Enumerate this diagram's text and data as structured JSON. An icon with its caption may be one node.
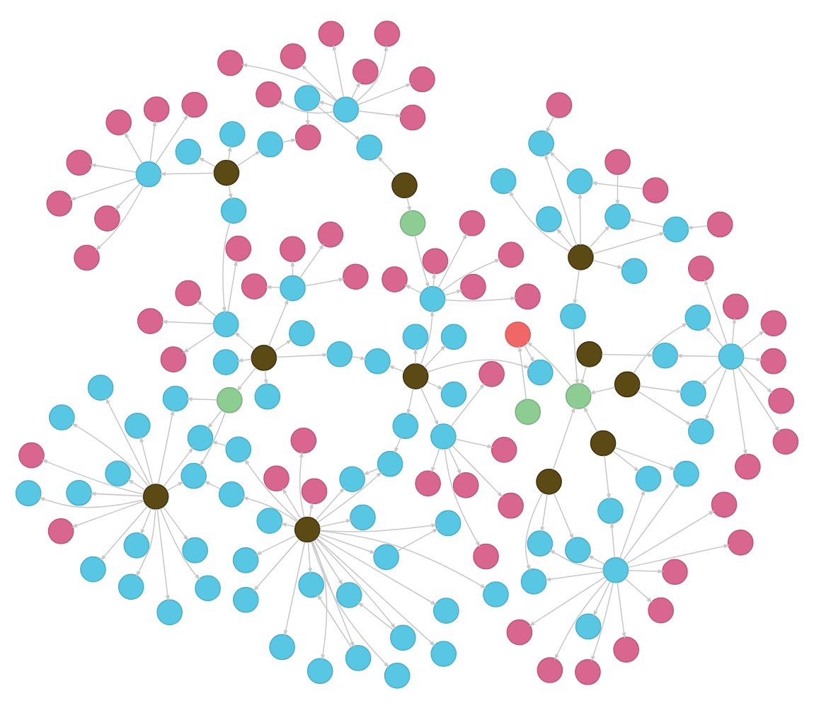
{
  "diagram": {
    "nodes": [
      {
        "text": [],
        "shape": "circle"
      },
      {
        "text": [],
        "shape": "circle"
      },
      {
        "text": [],
        "shape": "circle"
      },
      {
        "text": [],
        "shape": "circle"
      },
      {
        "text": [],
        "shape": "circle"
      },
      {
        "text": [],
        "shape": "circle"
      },
      {
        "text": [],
        "shape": "circle"
      },
      {
        "text": [],
        "shape": "circle"
      },
      {
        "text": [],
        "shape": "circle"
      },
      {
        "text": [],
        "shape": "circle"
      },
      {
        "text": [],
        "shape": "circle"
      },
      {
        "text": [],
        "shape": "circle"
      },
      {
        "text": [],
        "shape": "circle"
      },
      {
        "text": [],
        "shape": "circle"
      },
      {
        "text": [],
        "shape": "circle"
      },
      {
        "text": [],
        "shape": "circle"
      },
      {
        "text": [],
        "shape": "circle"
      },
      {
        "text": [],
        "shape": "circle"
      },
      {
        "text": [],
        "shape": "circle"
      },
      {
        "text": [],
        "shape": "circle"
      },
      {
        "text": [],
        "shape": "circle"
      },
      {
        "text": [],
        "shape": "circle"
      },
      {
        "text": [],
        "shape": "circle"
      },
      {
        "text": [],
        "shape": "circle"
      },
      {
        "text": [],
        "shape": "circle"
      },
      {
        "text": [],
        "shape": "circle"
      },
      {
        "text": [],
        "shape": "circle"
      },
      {
        "text": [],
        "shape": "circle"
      },
      {
        "text": [],
        "shape": "circle"
      },
      {
        "text": [],
        "shape": "circle"
      },
      {
        "text": [],
        "shape": "circle"
      },
      {
        "text": [],
        "shape": "circle"
      },
      {
        "text": [],
        "shape": "circle"
      },
      {
        "text": [],
        "shape": "circle"
      },
      {
        "text": [],
        "shape": "circle"
      },
      {
        "text": [],
        "shape": "circle"
      },
      {
        "text": [],
        "shape": "circle"
      },
      {
        "text": [],
        "shape": "circle"
      },
      {
        "text": [],
        "shape": "circle"
      },
      {
        "text": [],
        "shape": "circle"
      },
      {
        "text": [],
        "shape": "circle"
      },
      {
        "text": [],
        "shape": "circle"
      },
      {
        "text": [],
        "shape": "circle"
      },
      {
        "text": [],
        "shape": "circle"
      },
      {
        "text": [],
        "shape": "circle"
      },
      {
        "text": [],
        "shape": "circle"
      },
      {
        "text": [],
        "shape": "circle"
      },
      {
        "text": [],
        "shape": "circle"
      },
      {
        "text": [],
        "shape": "circle"
      },
      {
        "text": [],
        "shape": "circle"
      },
      {
        "text": [],
        "shape": "circle"
      },
      {
        "text": [],
        "shape": "circle"
      },
      {
        "text": [],
        "shape": "circle"
      },
      {
        "text": [],
        "shape": "circle"
      },
      {
        "text": [],
        "shape": "circle"
      },
      {
        "text": [],
        "shape": "circle"
      },
      {
        "text": [],
        "shape": "circle"
      },
      {
        "text": [],
        "shape": "circle"
      },
      {
        "text": [],
        "shape": "circle"
      },
      {
        "text": [],
        "shape": "circle"
      },
      {
        "text": [],
        "shape": "circle"
      },
      {
        "text": [],
        "shape": "circle"
      },
      {
        "text": [],
        "shape": "circle"
      },
      {
        "text": [],
        "shape": "circle"
      },
      {
        "text": [],
        "shape": "circle"
      },
      {
        "text": [],
        "shape": "circle"
      },
      {
        "text": [],
        "shape": "circle"
      },
      {
        "text": [],
        "shape": "circle"
      },
      {
        "text": [],
        "shape": "circle"
      },
      {
        "text": [],
        "shape": "circle"
      },
      {
        "text": [],
        "shape": "circle"
      },
      {
        "text": [],
        "shape": "circle"
      },
      {
        "text": [],
        "shape": "circle"
      },
      {
        "text": [],
        "shape": "circle"
      },
      {
        "text": [],
        "shape": "circle"
      },
      {
        "text": [],
        "shape": "circle"
      },
      {
        "text": [],
        "shape": "circle"
      },
      {
        "text": [],
        "shape": "circle"
      },
      {
        "text": [],
        "shape": "circle"
      },
      {
        "text": [],
        "shape": "circle"
      },
      {
        "text": [],
        "shape": "circle"
      },
      {
        "text": [],
        "shape": "circle"
      },
      {
        "text": [],
        "shape": "circle"
      },
      {
        "text": [],
        "shape": "circle"
      },
      {
        "text": [],
        "shape": "circle"
      },
      {
        "text": [],
        "shape": "circle"
      },
      {
        "text": [],
        "shape": "circle"
      },
      {
        "text": [],
        "shape": "circle"
      },
      {
        "text": [],
        "shape": "circle"
      },
      {
        "text": [],
        "shape": "circle"
      },
      {
        "text": [],
        "shape": "circle"
      },
      {
        "text": [],
        "shape": "circle"
      },
      {
        "text": [],
        "shape": "circle"
      },
      {
        "text": [],
        "shape": "circle"
      },
      {
        "text": [],
        "shape": "circle"
      },
      {
        "text": [],
        "shape": "circle"
      },
      {
        "text": [],
        "shape": "circle"
      },
      {
        "text": [],
        "shape": "circle"
      },
      {
        "text": [],
        "shape": "circle"
      },
      {
        "text": [],
        "shape": "circle"
      },
      {
        "text": [],
        "shape": "circle"
      },
      {
        "text": [],
        "shape": "circle"
      },
      {
        "text": [],
        "shape": "circle"
      },
      {
        "text": [],
        "shape": "circle"
      },
      {
        "text": [],
        "shape": "circle"
      },
      {
        "text": [],
        "shape": "circle"
      },
      {
        "text": [],
        "shape": "circle"
      },
      {
        "text": [],
        "shape": "circle"
      },
      {
        "text": [],
        "shape": "circle"
      },
      {
        "text": [],
        "shape": "circle"
      },
      {
        "text": [],
        "shape": "circle"
      },
      {
        "text": [],
        "shape": "circle"
      },
      {
        "text": [],
        "shape": "circle"
      },
      {
        "text": [],
        "shape": "circle"
      },
      {
        "text": [],
        "shape": "circle"
      },
      {
        "text": [],
        "shape": "circle"
      },
      {
        "text": [],
        "shape": "circle"
      },
      {
        "text": [],
        "shape": "circle"
      },
      {
        "text": [],
        "shape": "circle"
      },
      {
        "text": [],
        "shape": "circle"
      },
      {
        "text": [],
        "shape": "circle"
      },
      {
        "text": [],
        "shape": "circle"
      },
      {
        "text": [],
        "shape": "circle"
      },
      {
        "text": [],
        "shape": "circle"
      },
      {
        "text": [],
        "shape": "circle"
      },
      {
        "text": [],
        "shape": "circle"
      },
      {
        "text": [],
        "shape": "circle"
      },
      {
        "text": [],
        "shape": "circle"
      },
      {
        "text": [],
        "shape": "circle"
      },
      {
        "text": [],
        "shape": "circle"
      },
      {
        "text": [],
        "shape": "circle"
      },
      {
        "text": [],
        "shape": "circle"
      },
      {
        "text": [],
        "shape": "circle"
      },
      {
        "text": [],
        "shape": "circle"
      },
      {
        "text": [],
        "shape": "circle"
      },
      {
        "text": [],
        "shape": "circle"
      },
      {
        "text": [],
        "shape": "circle"
      },
      {
        "text": [],
        "shape": "circle"
      },
      {
        "text": [],
        "shape": "circle"
      },
      {
        "text": [],
        "shape": "circle"
      },
      {
        "text": [],
        "shape": "circle"
      },
      {
        "text": [],
        "shape": "circle"
      },
      {
        "text": [],
        "shape": "circle"
      },
      {
        "text": [],
        "shape": "circle"
      },
      {
        "text": [],
        "shape": "circle"
      },
      {
        "text": [],
        "shape": "circle"
      },
      {
        "text": [],
        "shape": "circle"
      },
      {
        "text": [],
        "shape": "circle"
      },
      {
        "text": [],
        "shape": "circle"
      },
      {
        "text": [],
        "shape": "circle"
      },
      {
        "text": [],
        "shape": "circle"
      },
      {
        "text": [],
        "shape": "circle"
      },
      {
        "text": [],
        "shape": "circle"
      },
      {
        "text": [],
        "shape": "circle"
      }
    ],
    "edges": [
      {
        "from": 5,
        "to": 6,
        "arrow": "to"
      },
      {
        "from": 5,
        "to": 7,
        "arrow": "to"
      },
      {
        "from": 5,
        "to": 8,
        "arrow": "to"
      },
      {
        "from": 5,
        "to": 9,
        "arrow": "to"
      },
      {
        "from": 5,
        "to": 10,
        "arrow": "to"
      },
      {
        "from": 5,
        "to": 11,
        "arrow": "to"
      },
      {
        "from": 5,
        "to": 12,
        "arrow": "to"
      },
      {
        "from": 5,
        "to": 13,
        "arrow": "to"
      },
      {
        "from": 5,
        "to": 14,
        "arrow": "to"
      },
      {
        "from": 5,
        "to": 15,
        "arrow": "to"
      },
      {
        "from": 5,
        "to": 16,
        "arrow": "to"
      },
      {
        "from": 5,
        "to": 17,
        "arrow": "to"
      },
      {
        "from": 5,
        "to": 18,
        "arrow": "to"
      },
      {
        "from": 5,
        "to": 19,
        "arrow": "to"
      },
      {
        "from": 5,
        "to": 20,
        "arrow": "to"
      },
      {
        "from": 21,
        "to": 14,
        "arrow": "to"
      },
      {
        "from": 21,
        "to": 15,
        "arrow": "to"
      },
      {
        "from": 21,
        "to": 16,
        "arrow": "to"
      },
      {
        "from": 22,
        "to": 17,
        "arrow": "to"
      },
      {
        "from": 22,
        "to": 18,
        "arrow": "to"
      },
      {
        "from": 22,
        "to": 19,
        "arrow": "to"
      },
      {
        "from": 21,
        "to": 0,
        "arrow": "to"
      },
      {
        "from": 22,
        "to": 0,
        "arrow": "to"
      },
      {
        "from": 23,
        "to": 24,
        "arrow": "to"
      },
      {
        "from": 23,
        "to": 25,
        "arrow": "to"
      },
      {
        "from": 23,
        "to": 26,
        "arrow": "to"
      },
      {
        "from": 23,
        "to": 27,
        "arrow": "to"
      },
      {
        "from": 23,
        "to": 28,
        "arrow": "to"
      },
      {
        "from": 23,
        "to": 29,
        "arrow": "to"
      },
      {
        "from": 23,
        "to": 30,
        "arrow": "to"
      },
      {
        "from": 23,
        "to": 31,
        "arrow": "to"
      },
      {
        "from": 23,
        "to": 32,
        "arrow": "to"
      },
      {
        "from": 23,
        "to": 33,
        "arrow": "to"
      },
      {
        "from": 23,
        "to": 34,
        "arrow": "to"
      },
      {
        "from": 35,
        "to": 31,
        "arrow": "to"
      },
      {
        "from": 35,
        "to": 32,
        "arrow": "to"
      },
      {
        "from": 35,
        "to": 33,
        "arrow": "to"
      },
      {
        "from": 36,
        "to": 34,
        "arrow": "to"
      },
      {
        "from": 35,
        "to": 0,
        "arrow": "to"
      },
      {
        "from": 36,
        "to": 0,
        "arrow": "to"
      },
      {
        "from": 37,
        "to": 38,
        "arrow": "to"
      },
      {
        "from": 37,
        "to": 39,
        "arrow": "to"
      },
      {
        "from": 37,
        "to": 40,
        "arrow": "to"
      },
      {
        "from": 37,
        "to": 41,
        "arrow": "to"
      },
      {
        "from": 37,
        "to": 42,
        "arrow": "to"
      },
      {
        "from": 37,
        "to": 43,
        "arrow": "to"
      },
      {
        "from": 37,
        "to": 44,
        "arrow": "to"
      },
      {
        "from": 37,
        "to": 45,
        "arrow": "to"
      },
      {
        "from": 37,
        "to": 46,
        "arrow": "to"
      },
      {
        "from": 46,
        "to": 47,
        "arrow": "to"
      },
      {
        "from": 48,
        "to": 47,
        "arrow": "to"
      },
      {
        "from": 48,
        "to": 4,
        "arrow": "to"
      },
      {
        "from": 46,
        "to": 49,
        "arrow": "to"
      },
      {
        "from": 50,
        "to": 51,
        "arrow": "to"
      },
      {
        "from": 50,
        "to": 52,
        "arrow": "to"
      },
      {
        "from": 50,
        "to": 53,
        "arrow": "to"
      },
      {
        "from": 50,
        "to": 54,
        "arrow": "to"
      },
      {
        "from": 50,
        "to": 55,
        "arrow": "to"
      },
      {
        "from": 50,
        "to": 56,
        "arrow": "to"
      },
      {
        "from": 50,
        "to": 57,
        "arrow": "to"
      },
      {
        "from": 50,
        "to": 58,
        "arrow": "to"
      },
      {
        "from": 59,
        "to": 51,
        "arrow": "to"
      },
      {
        "from": 60,
        "to": 52,
        "arrow": "to"
      },
      {
        "from": 61,
        "to": 53,
        "arrow": "to"
      },
      {
        "from": 62,
        "to": 54,
        "arrow": "to"
      },
      {
        "from": 51,
        "to": 52,
        "arrow": "to"
      },
      {
        "from": 53,
        "to": 54,
        "arrow": "to"
      },
      {
        "from": 2,
        "to": 1,
        "arrow": "to"
      },
      {
        "from": 0,
        "to": 1,
        "arrow": "to"
      },
      {
        "from": 58,
        "to": 0,
        "arrow": "to"
      },
      {
        "from": 63,
        "to": 64,
        "arrow": "to"
      },
      {
        "from": 63,
        "to": 65,
        "arrow": "to"
      },
      {
        "from": 63,
        "to": 66,
        "arrow": "to"
      },
      {
        "from": 63,
        "to": 67,
        "arrow": "to"
      },
      {
        "from": 63,
        "to": 68,
        "arrow": "to"
      },
      {
        "from": 63,
        "to": 69,
        "arrow": "to"
      },
      {
        "from": 63,
        "to": 70,
        "arrow": "to"
      },
      {
        "from": 63,
        "to": 71,
        "arrow": "to"
      },
      {
        "from": 63,
        "to": 72,
        "arrow": "to"
      },
      {
        "from": 63,
        "to": 73,
        "arrow": "to"
      },
      {
        "from": 63,
        "to": 74,
        "arrow": "to"
      },
      {
        "from": 63,
        "to": 75,
        "arrow": "to"
      },
      {
        "from": 63,
        "to": 76,
        "arrow": "to"
      },
      {
        "from": 63,
        "to": 77,
        "arrow": "to"
      },
      {
        "from": 63,
        "to": 78,
        "arrow": "to"
      },
      {
        "from": 63,
        "to": 79,
        "arrow": "to"
      },
      {
        "from": 63,
        "to": 80,
        "arrow": "to"
      },
      {
        "from": 63,
        "to": 81,
        "arrow": "to"
      },
      {
        "from": 63,
        "to": 82,
        "arrow": "to"
      },
      {
        "from": 63,
        "to": 83,
        "arrow": "to"
      },
      {
        "from": 63,
        "to": 84,
        "arrow": "to"
      },
      {
        "from": 63,
        "to": 85,
        "arrow": "to"
      },
      {
        "from": 63,
        "to": 86,
        "arrow": "to"
      },
      {
        "from": 64,
        "to": 65,
        "arrow": "to"
      },
      {
        "from": 66,
        "to": 67,
        "arrow": "to"
      },
      {
        "from": 68,
        "to": 69,
        "arrow": "to"
      },
      {
        "from": 70,
        "to": 71,
        "arrow": "to"
      },
      {
        "from": 87,
        "to": 88,
        "arrow": "to"
      },
      {
        "from": 87,
        "to": 89,
        "arrow": "to"
      },
      {
        "from": 87,
        "to": 90,
        "arrow": "to"
      },
      {
        "from": 87,
        "to": 91,
        "arrow": "to"
      },
      {
        "from": 87,
        "to": 92,
        "arrow": "to"
      },
      {
        "from": 87,
        "to": 93,
        "arrow": "to"
      },
      {
        "from": 87,
        "to": 94,
        "arrow": "to"
      },
      {
        "from": 87,
        "to": 95,
        "arrow": "to"
      },
      {
        "from": 87,
        "to": 96,
        "arrow": "to"
      },
      {
        "from": 87,
        "to": 97,
        "arrow": "to"
      },
      {
        "from": 87,
        "to": 98,
        "arrow": "to"
      },
      {
        "from": 87,
        "to": 99,
        "arrow": "to"
      },
      {
        "from": 87,
        "to": 100,
        "arrow": "to"
      },
      {
        "from": 87,
        "to": 101,
        "arrow": "to"
      },
      {
        "from": 87,
        "to": 102,
        "arrow": "to"
      },
      {
        "from": 87,
        "to": 103,
        "arrow": "to"
      },
      {
        "from": 87,
        "to": 104,
        "arrow": "to"
      },
      {
        "from": 3,
        "to": 88,
        "arrow": "to"
      },
      {
        "from": 3,
        "to": 89,
        "arrow": "to"
      },
      {
        "from": 3,
        "to": 90,
        "arrow": "to"
      },
      {
        "from": 80,
        "to": 88,
        "arrow": "to"
      },
      {
        "from": 81,
        "to": 89,
        "arrow": "to"
      },
      {
        "from": 105,
        "to": 106,
        "arrow": "to"
      },
      {
        "from": 105,
        "to": 107,
        "arrow": "to"
      },
      {
        "from": 105,
        "to": 108,
        "arrow": "to"
      },
      {
        "from": 105,
        "to": 109,
        "arrow": "to"
      },
      {
        "from": 105,
        "to": 110,
        "arrow": "to"
      },
      {
        "from": 105,
        "to": 111,
        "arrow": "to"
      },
      {
        "from": 105,
        "to": 112,
        "arrow": "to"
      },
      {
        "from": 105,
        "to": 113,
        "arrow": "to"
      },
      {
        "from": 106,
        "to": 114,
        "arrow": "to"
      },
      {
        "from": 106,
        "to": 115,
        "arrow": "to"
      },
      {
        "from": 106,
        "to": 116,
        "arrow": "to"
      },
      {
        "from": 106,
        "to": 117,
        "arrow": "to"
      },
      {
        "from": 106,
        "to": 118,
        "arrow": "to"
      },
      {
        "from": 106,
        "to": 119,
        "arrow": "to"
      },
      {
        "from": 107,
        "to": 120,
        "arrow": "to"
      },
      {
        "from": 107,
        "to": 121,
        "arrow": "to"
      },
      {
        "from": 107,
        "to": 122,
        "arrow": "to"
      },
      {
        "from": 107,
        "to": 123,
        "arrow": "to"
      },
      {
        "from": 107,
        "to": 124,
        "arrow": "to"
      },
      {
        "from": 107,
        "to": 125,
        "arrow": "to"
      },
      {
        "from": 4,
        "to": 106,
        "arrow": "to"
      },
      {
        "from": 1,
        "to": 108,
        "arrow": "to"
      },
      {
        "from": 109,
        "to": 70,
        "arrow": "to"
      },
      {
        "from": 126,
        "to": 127,
        "arrow": "to"
      },
      {
        "from": 126,
        "to": 128,
        "arrow": "to"
      },
      {
        "from": 126,
        "to": 129,
        "arrow": "to"
      },
      {
        "from": 126,
        "to": 130,
        "arrow": "to"
      },
      {
        "from": 126,
        "to": 131,
        "arrow": "to"
      },
      {
        "from": 126,
        "to": 132,
        "arrow": "to"
      },
      {
        "from": 127,
        "to": 133,
        "arrow": "to"
      },
      {
        "from": 127,
        "to": 134,
        "arrow": "to"
      },
      {
        "from": 127,
        "to": 135,
        "arrow": "to"
      },
      {
        "from": 127,
        "to": 136,
        "arrow": "to"
      },
      {
        "from": 128,
        "to": 137,
        "arrow": "to"
      },
      {
        "from": 128,
        "to": 138,
        "arrow": "to"
      },
      {
        "from": 128,
        "to": 139,
        "arrow": "to"
      },
      {
        "from": 128,
        "to": 140,
        "arrow": "to"
      },
      {
        "from": 126,
        "to": 3,
        "arrow": "to"
      },
      {
        "from": 129,
        "to": 110,
        "arrow": "to"
      },
      {
        "from": 141,
        "to": 142,
        "arrow": "to"
      },
      {
        "from": 141,
        "to": 143,
        "arrow": "to"
      },
      {
        "from": 141,
        "to": 144,
        "arrow": "to"
      },
      {
        "from": 141,
        "to": 145,
        "arrow": "to"
      },
      {
        "from": 141,
        "to": 146,
        "arrow": "to"
      },
      {
        "from": 142,
        "to": 147,
        "arrow": "to"
      },
      {
        "from": 142,
        "to": 148,
        "arrow": "to"
      },
      {
        "from": 142,
        "to": 149,
        "arrow": "to"
      },
      {
        "from": 142,
        "to": 150,
        "arrow": "to"
      },
      {
        "from": 142,
        "to": 151,
        "arrow": "to"
      },
      {
        "from": 142,
        "to": 152,
        "arrow": "to"
      },
      {
        "from": 142,
        "to": 153,
        "arrow": "to"
      },
      {
        "from": 143,
        "to": 127,
        "arrow": "to"
      },
      {
        "from": 144,
        "to": 49,
        "arrow": "to"
      }
    ]
  }
}
